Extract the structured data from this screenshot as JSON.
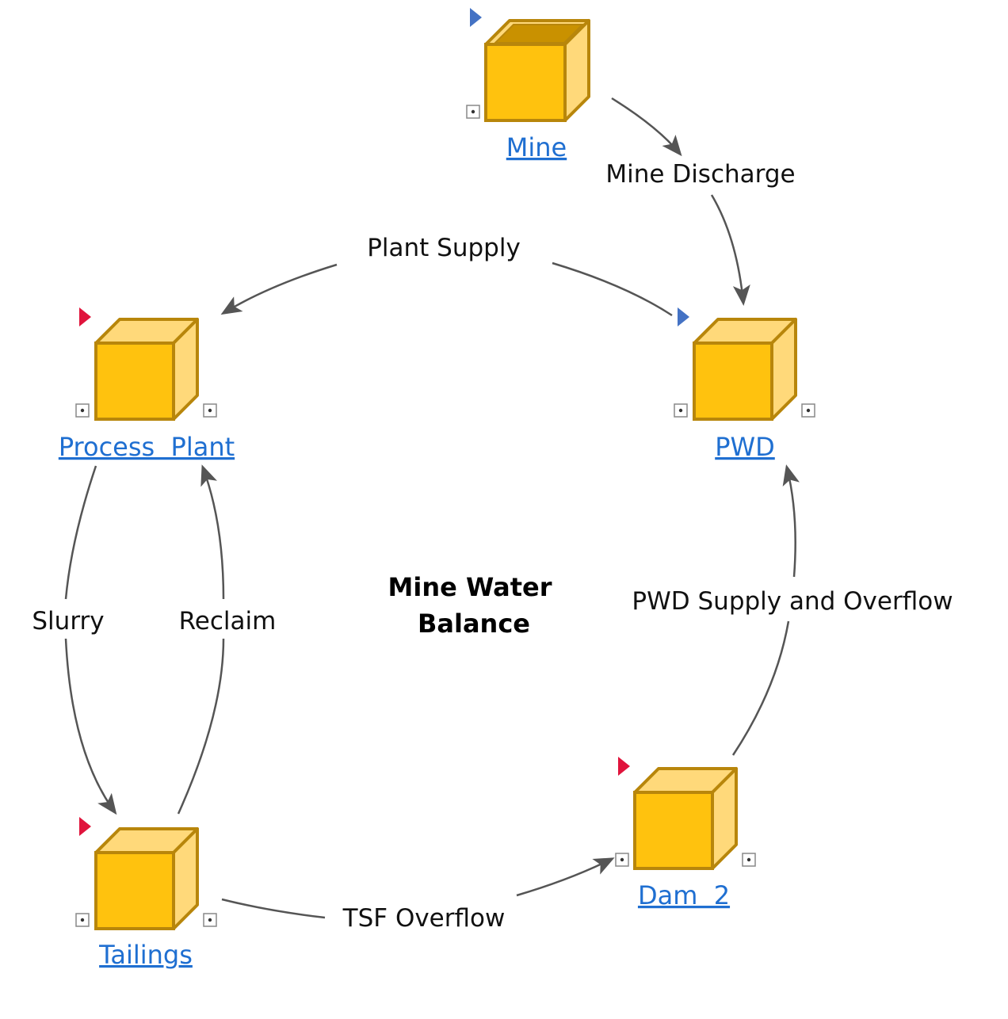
{
  "diagram": {
    "title_line1": "Mine Water",
    "title_line2": "Balance",
    "nodes": {
      "mine": {
        "label": "Mine",
        "marker_color": "#4472C4",
        "open_top": true
      },
      "pwd": {
        "label": "PWD",
        "marker_color": "#4472C4"
      },
      "process_plant": {
        "label": "Process  Plant",
        "marker_color": "#E0143C"
      },
      "tailings": {
        "label": "Tailings",
        "marker_color": "#E0143C"
      },
      "dam2": {
        "label": "Dam  2",
        "marker_color": "#E0143C"
      }
    },
    "flows": {
      "mine_discharge": "Mine Discharge",
      "plant_supply": "Plant Supply",
      "slurry": "Slurry",
      "reclaim": "Reclaim",
      "pwd_supply_overflow": "PWD Supply and Overflow",
      "tsf_overflow": "TSF Overflow"
    },
    "colors": {
      "cube_front": "#FFC20E",
      "cube_side": "#FFD97A",
      "cube_outline": "#B8860B",
      "arrow": "#555555",
      "link_text": "#1F6FD1"
    }
  }
}
